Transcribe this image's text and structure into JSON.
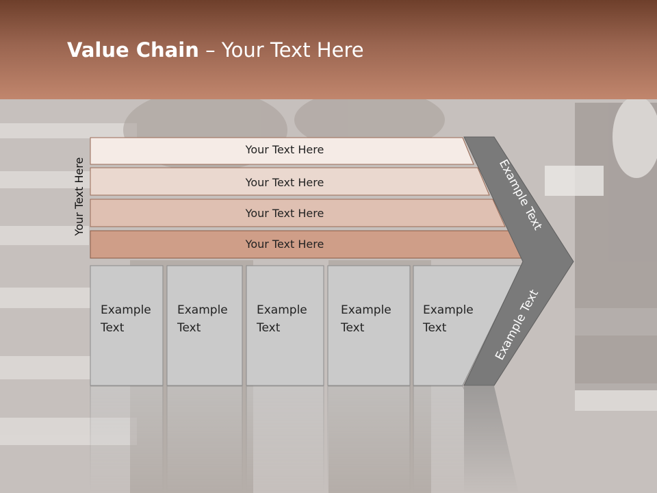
{
  "slide": {
    "title_bold": "Value Chain",
    "title_rest": " – Your Text Here",
    "side_label": "Your Text Here",
    "rows": [
      {
        "label": "Your Text Here",
        "color": "#f5ebe6"
      },
      {
        "label": "Your Text Here",
        "color": "#ead8cf"
      },
      {
        "label": "Your Text Here",
        "color": "#dfc0b2"
      },
      {
        "label": "Your Text Here",
        "color": "#cf9e88"
      }
    ],
    "columns": [
      {
        "line1": "Example",
        "line2": "Text"
      },
      {
        "line1": "Example",
        "line2": "Text"
      },
      {
        "line1": "Example",
        "line2": "Text"
      },
      {
        "line1": "Example",
        "line2": "Text"
      },
      {
        "line1": "Example",
        "line2": "Text"
      }
    ],
    "chevron_top_label": "Example Text",
    "chevron_bottom_label": "Example Text",
    "colors": {
      "header_dark": "#6e3f2b",
      "header_light": "#c1866d",
      "column_fill": "#cacaca",
      "chevron_fill": "#7a7a7a"
    }
  }
}
